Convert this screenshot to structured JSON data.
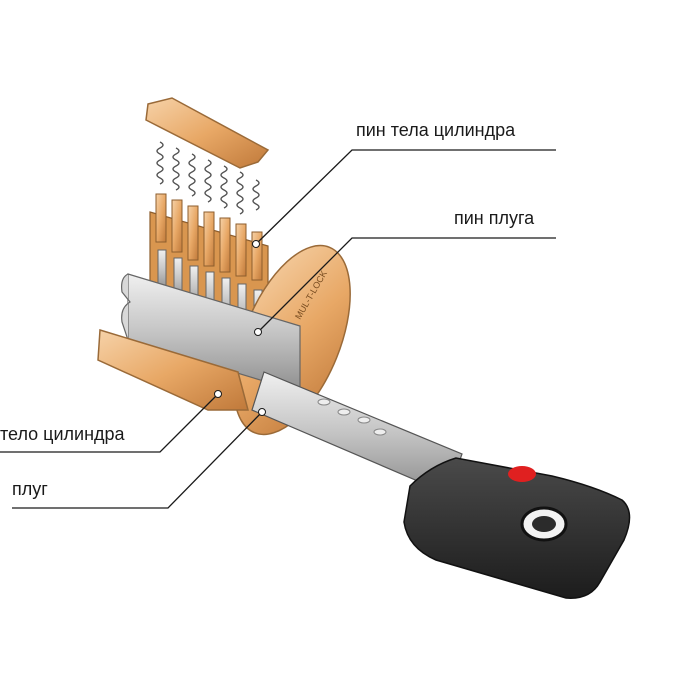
{
  "labels": {
    "body_pin": "пин тела цилиндра",
    "plug_pin": "пин плуга",
    "cylinder_body": "тело цилиндра",
    "plug": "плуг"
  },
  "colors": {
    "brass": "#e8a866",
    "brass_dark": "#c98a45",
    "brass_light": "#f4c99a",
    "steel": "#c8c8c8",
    "steel_dark": "#8f8f8f",
    "key_head": "#2b2b2b",
    "key_button": "#e02020",
    "leader_line": "#1a1a1a"
  },
  "icons": {
    "key": "key-icon",
    "lock_cylinder": "lock-cylinder-icon"
  }
}
